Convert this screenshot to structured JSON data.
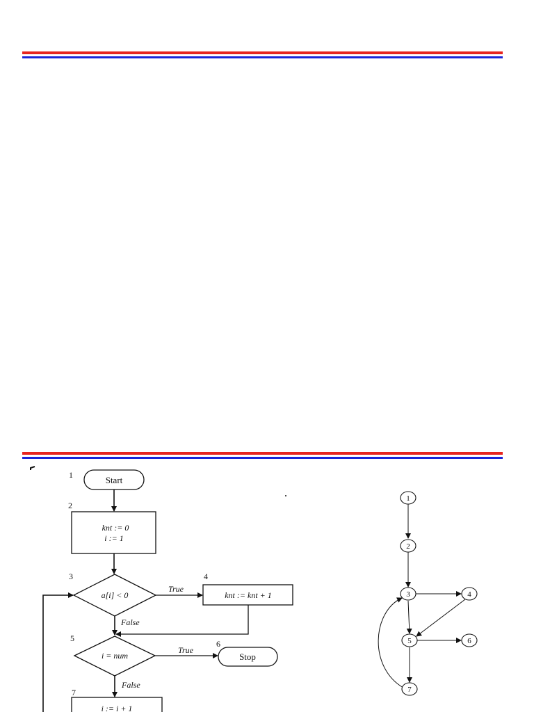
{
  "flowchart": {
    "nodes": [
      {
        "id": "1",
        "label": "Start"
      },
      {
        "id": "2",
        "line1": "knt := 0",
        "line2": "i := 1"
      },
      {
        "id": "3",
        "label": "a[i] < 0"
      },
      {
        "id": "4",
        "label": "knt := knt + 1"
      },
      {
        "id": "5",
        "label": "i = num"
      },
      {
        "id": "6",
        "label": "Stop"
      },
      {
        "id": "7",
        "label": "i := i + 1"
      }
    ],
    "edge_labels": {
      "true3": "True",
      "false3": "False",
      "true5": "True",
      "false5": "False"
    }
  },
  "flowgraph": {
    "nodes": [
      "1",
      "2",
      "3",
      "4",
      "5",
      "6",
      "7"
    ],
    "edges": [
      [
        "1",
        "2"
      ],
      [
        "2",
        "3"
      ],
      [
        "3",
        "4"
      ],
      [
        "3",
        "5"
      ],
      [
        "4",
        "5"
      ],
      [
        "5",
        "6"
      ],
      [
        "5",
        "7"
      ],
      [
        "7",
        "3"
      ]
    ]
  },
  "colors": {
    "rule_red": "#e8251f",
    "rule_blue": "#1c25d8"
  }
}
